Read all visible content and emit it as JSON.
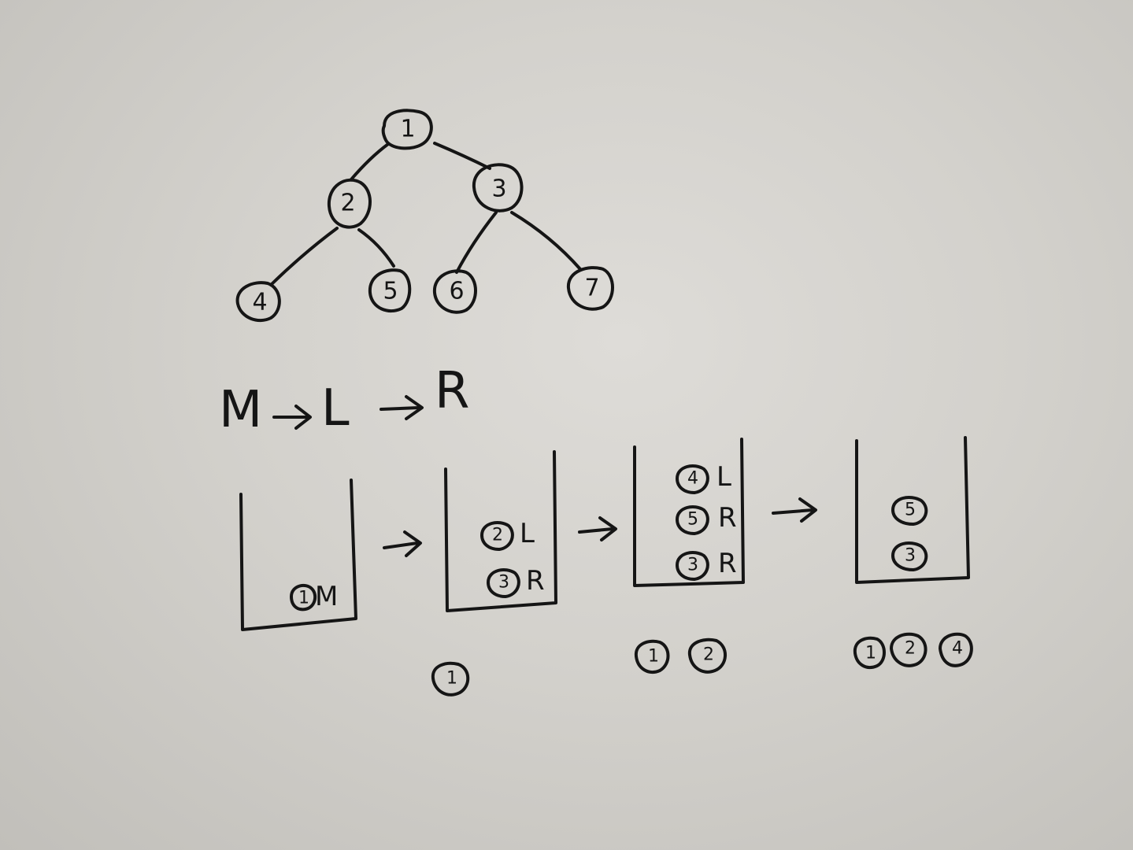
{
  "tree": {
    "nodes": [
      {
        "id": "1",
        "label": "1"
      },
      {
        "id": "2",
        "label": "2"
      },
      {
        "id": "3",
        "label": "3"
      },
      {
        "id": "4",
        "label": "4"
      },
      {
        "id": "5",
        "label": "5"
      },
      {
        "id": "6",
        "label": "6"
      },
      {
        "id": "7",
        "label": "7"
      }
    ],
    "edges": [
      [
        "1",
        "2"
      ],
      [
        "1",
        "3"
      ],
      [
        "2",
        "4"
      ],
      [
        "2",
        "5"
      ],
      [
        "3",
        "6"
      ],
      [
        "3",
        "7"
      ]
    ]
  },
  "order": {
    "label": "M->L->R",
    "parts": [
      "M",
      "L",
      "R"
    ]
  },
  "stacks": [
    {
      "items": [
        {
          "num": "1",
          "tag": "M"
        }
      ],
      "output": []
    },
    {
      "items": [
        {
          "num": "2",
          "tag": "L"
        },
        {
          "num": "3",
          "tag": "R"
        }
      ],
      "output": [
        "1"
      ]
    },
    {
      "items": [
        {
          "num": "4",
          "tag": "L"
        },
        {
          "num": "5",
          "tag": "R"
        },
        {
          "num": "3",
          "tag": "R"
        }
      ],
      "output": [
        "1",
        "2"
      ]
    },
    {
      "items": [
        {
          "num": "5",
          "tag": ""
        },
        {
          "num": "3",
          "tag": ""
        }
      ],
      "output": [
        "1",
        "2",
        "4"
      ]
    }
  ],
  "ink_color": "#151515",
  "paper_color": "#d8d6d2"
}
